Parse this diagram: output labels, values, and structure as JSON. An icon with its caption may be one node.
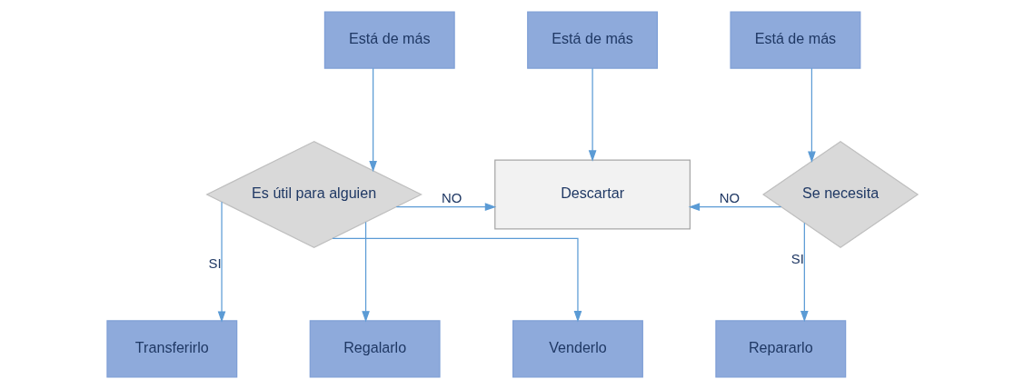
{
  "diagram": {
    "nodes": [
      {
        "text": [
          "Está de más"
        ]
      },
      {
        "text": [
          "Está de más"
        ]
      },
      {
        "text": [
          "Está de más"
        ]
      },
      {
        "text": [
          "Es útil para alguien"
        ]
      },
      {
        "text": [
          "Descartar"
        ]
      },
      {
        "text": [
          "Se necesita"
        ]
      },
      {
        "text": [
          "Transferirlo"
        ]
      },
      {
        "text": [
          "Regalarlo"
        ]
      },
      {
        "text": [
          "Venderlo"
        ]
      },
      {
        "text": [
          "Repararlo"
        ]
      }
    ],
    "edges": [
      {
        "from": 0,
        "to": 3,
        "arrow": "to"
      },
      {
        "from": 1,
        "to": 4,
        "arrow": "to"
      },
      {
        "from": 2,
        "to": 5,
        "arrow": "to"
      },
      {
        "from": 3,
        "to": 4,
        "arrow": "to",
        "label": "NO"
      },
      {
        "from": 5,
        "to": 4,
        "arrow": "to",
        "label": "NO"
      },
      {
        "from": 3,
        "to": 6,
        "arrow": "to",
        "label": "SI"
      },
      {
        "from": 3,
        "to": 7,
        "arrow": "to"
      },
      {
        "from": 3,
        "to": 8,
        "arrow": "to"
      },
      {
        "from": 5,
        "to": 9,
        "arrow": "to",
        "label": "SI"
      }
    ]
  }
}
